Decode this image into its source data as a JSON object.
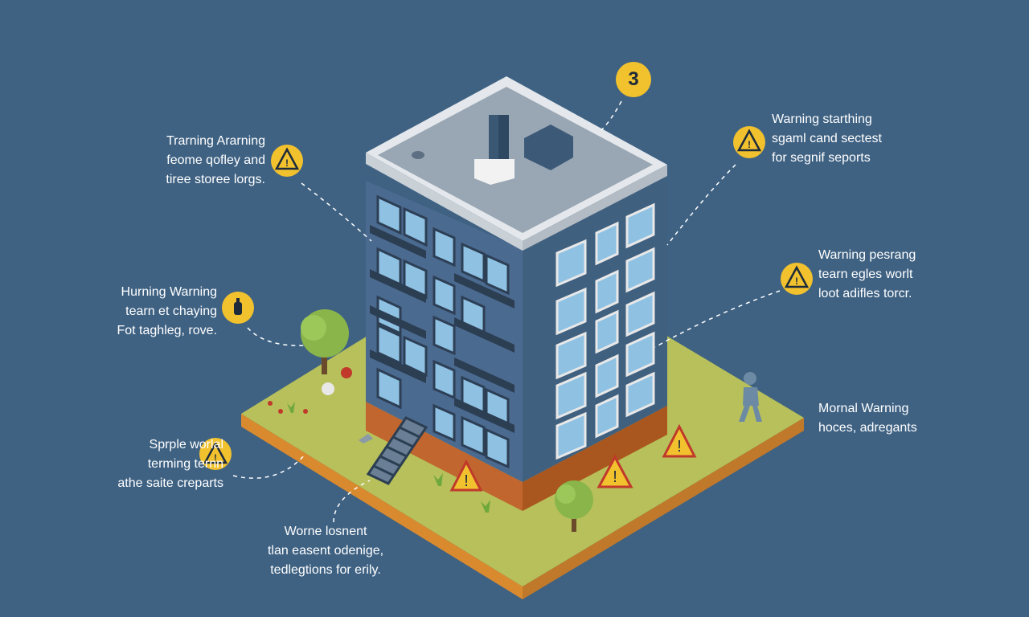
{
  "step_number": "3",
  "callouts": {
    "top_left": {
      "lines": [
        "Trarning Ararning",
        "feome qofley and",
        "tiree storee lorgs."
      ]
    },
    "mid_left": {
      "lines": [
        "Hurning Warning",
        "tearn et chaying",
        "Fot taghleg, rove."
      ]
    },
    "bottom_left": {
      "lines": [
        "Sprple worlal",
        "terming ternn",
        "athe saite creparts"
      ]
    },
    "bottom_center": {
      "lines": [
        "Worne losnent",
        "tlan easent odenige,",
        "tedlegtions for erily."
      ]
    },
    "top_right": {
      "lines": [
        "Warning starthing",
        "sgaml cand sectest",
        "for segnif seports"
      ]
    },
    "mid_right": {
      "lines": [
        "Warning pesrang",
        "tearn egles worlt",
        "loot adifles torcr."
      ]
    },
    "bottom_right": {
      "lines": [
        "Mornal Warning",
        "hoces, adregants"
      ]
    }
  },
  "colors": {
    "background": "#3f6283",
    "warning_yellow": "#f2c12e",
    "ground": "#b7c05a",
    "building_facade": "#4f6f94",
    "roof": "#9aa6b2"
  },
  "icons": [
    "warning-triangle-icon",
    "fire-extinguisher-icon",
    "wet-floor-warning-icon",
    "person-icon",
    "tree-icon"
  ]
}
